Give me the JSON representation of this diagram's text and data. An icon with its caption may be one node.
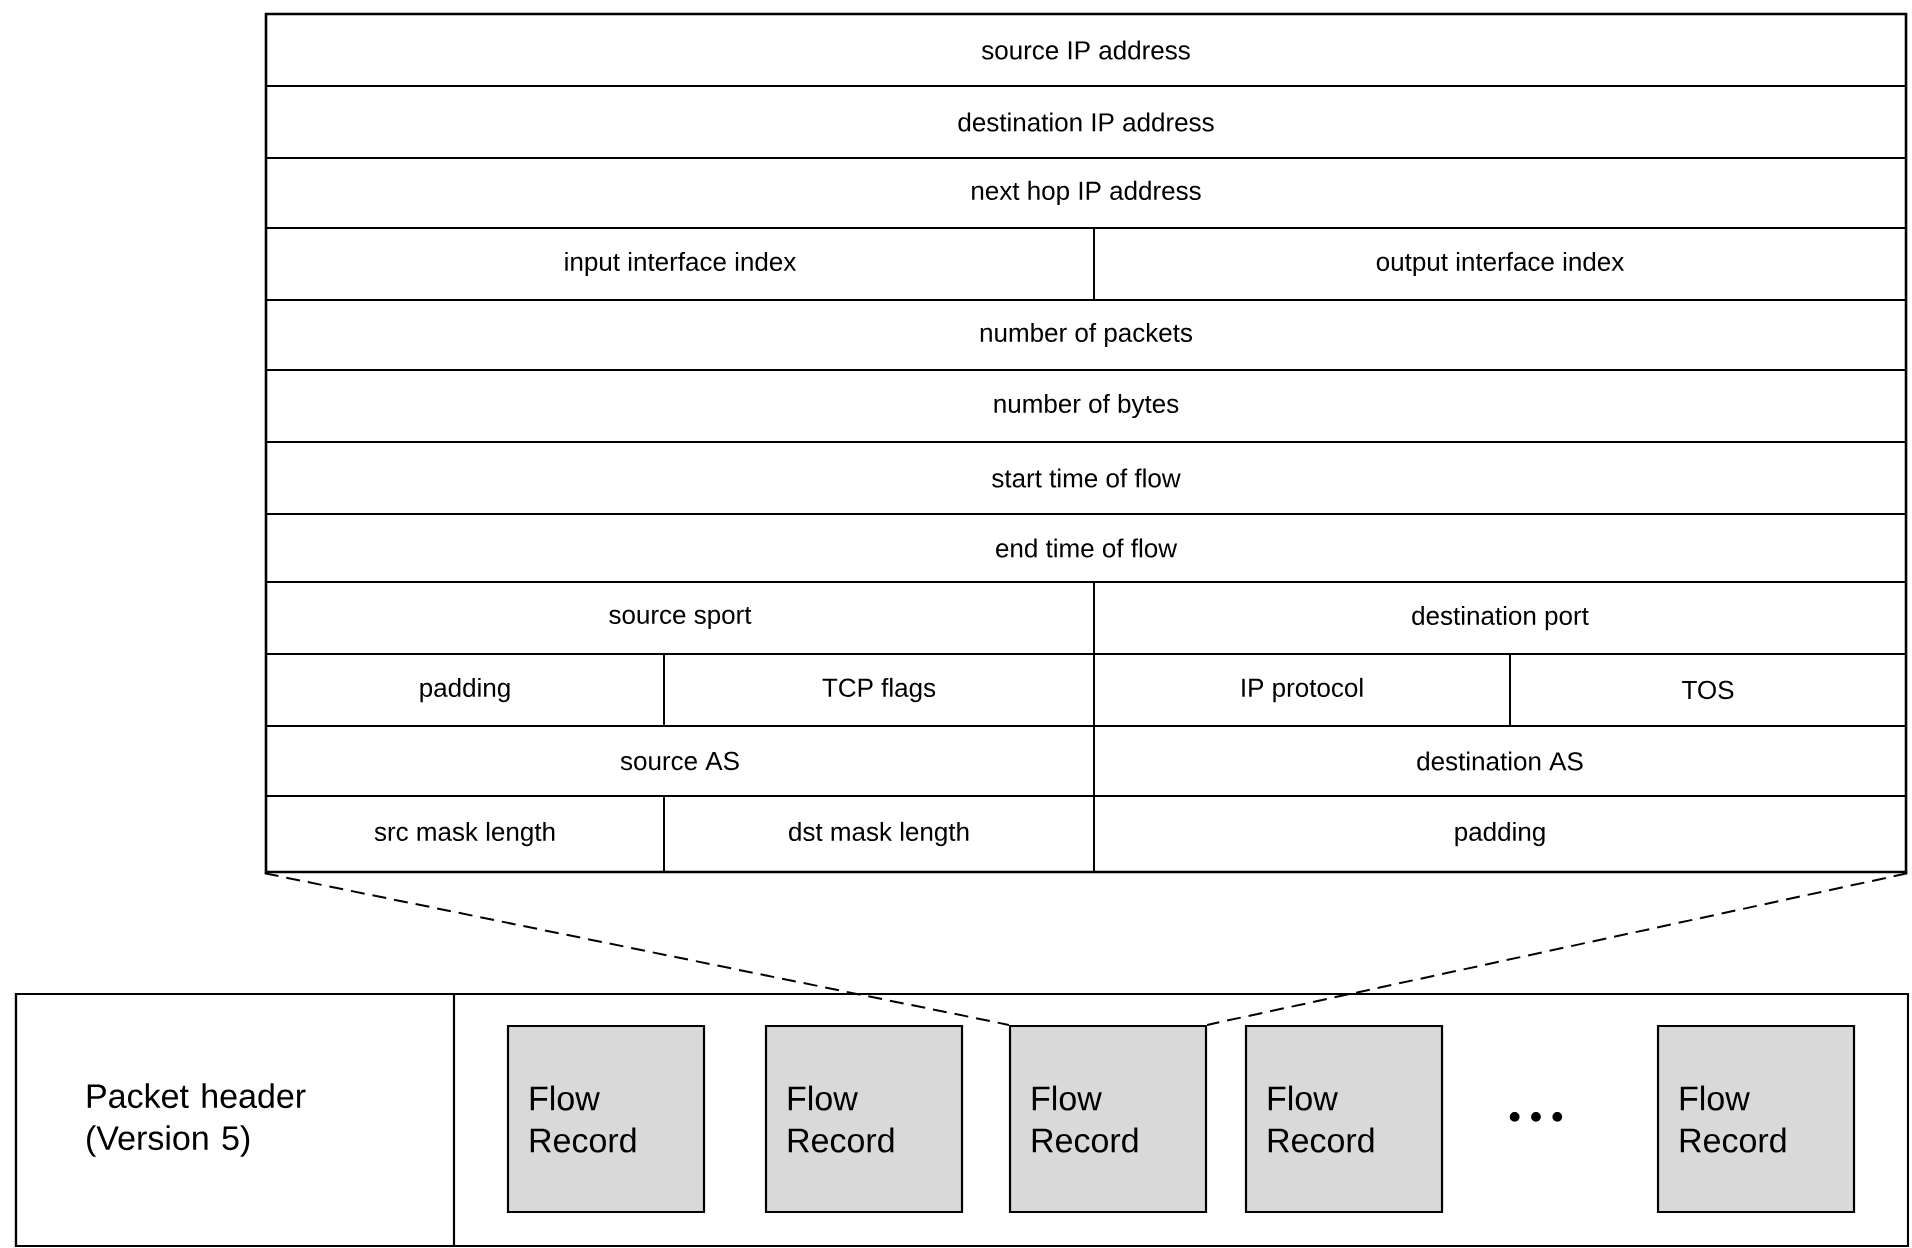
{
  "diagram": {
    "nodes": [
      {
        "text": [],
        "shape": "box"
      },
      {
        "text": [
          "source IP address"
        ],
        "in": 0
      },
      {
        "text": [
          "destination IP address"
        ],
        "in": 0
      },
      {
        "text": [
          "next hop IP address"
        ],
        "in": 0
      },
      {
        "text": [
          "input interface index"
        ],
        "in": 0
      },
      {
        "text": [
          "output interface index"
        ],
        "in": 0
      },
      {
        "text": [
          "number of packets"
        ],
        "in": 0
      },
      {
        "text": [
          "number of bytes"
        ],
        "in": 0
      },
      {
        "text": [
          "start time of flow"
        ],
        "in": 0
      },
      {
        "text": [
          "end time of flow"
        ],
        "in": 0
      },
      {
        "text": [
          "source sport"
        ],
        "in": 0
      },
      {
        "text": [
          "destination port"
        ],
        "in": 0
      },
      {
        "text": [
          "padding"
        ],
        "in": 0
      },
      {
        "text": [
          "TCP flags"
        ],
        "in": 0
      },
      {
        "text": [
          "IP protocol"
        ],
        "in": 0
      },
      {
        "text": [
          "TOS"
        ],
        "in": 0
      },
      {
        "text": [
          "source AS"
        ],
        "in": 0
      },
      {
        "text": [
          "destination AS"
        ],
        "in": 0
      },
      {
        "text": [
          "src mask length"
        ],
        "in": 0
      },
      {
        "text": [
          "dst mask length"
        ],
        "in": 0
      },
      {
        "text": [
          "padding"
        ],
        "in": 0
      },
      {
        "text": [],
        "shape": "box"
      },
      {
        "text": [
          "Packet header (Version 5)"
        ],
        "in": 21
      },
      {
        "text": [
          "Flow Record"
        ],
        "in": 21
      },
      {
        "text": [
          "Flow Record"
        ],
        "in": 21
      },
      {
        "text": [
          "Flow Record"
        ],
        "in": 21
      },
      {
        "text": [
          "Flow Record"
        ],
        "in": 21
      },
      {
        "text": [
          "Flow Record"
        ],
        "in": 21
      }
    ],
    "edges": [
      {
        "from": 0,
        "to": 25,
        "arrow": "none",
        "style": "dashed"
      },
      {
        "from": 0,
        "to": 25,
        "arrow": "none",
        "style": "dashed"
      }
    ],
    "labels": [
      "• • •"
    ]
  }
}
